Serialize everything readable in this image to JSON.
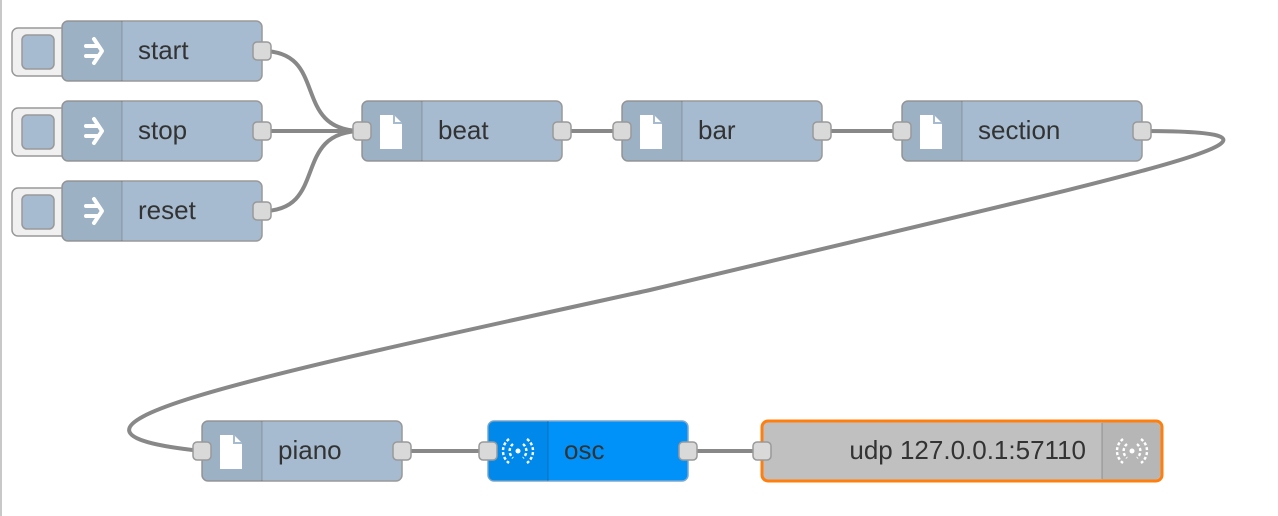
{
  "colors": {
    "node_fill": "#a6bbcf",
    "node_stroke": "#999999",
    "osc_fill": "#0092f9",
    "udp_fill": "#c0c0c0",
    "udp_selected_border": "#ff7f0e",
    "wire": "#888888"
  },
  "nodes": {
    "start": {
      "label": "start",
      "type": "inject",
      "icon": "arrow-right-icon"
    },
    "stop": {
      "label": "stop",
      "type": "inject",
      "icon": "arrow-right-icon"
    },
    "reset": {
      "label": "reset",
      "type": "inject",
      "icon": "arrow-right-icon"
    },
    "beat": {
      "label": "beat",
      "type": "template",
      "icon": "file-icon"
    },
    "bar": {
      "label": "bar",
      "type": "template",
      "icon": "file-icon"
    },
    "section": {
      "label": "section",
      "type": "template",
      "icon": "file-icon"
    },
    "piano": {
      "label": "piano",
      "type": "template",
      "icon": "file-icon"
    },
    "osc": {
      "label": "osc",
      "type": "osc",
      "icon": "broadcast-icon"
    },
    "udp": {
      "label": "udp 127.0.0.1:57110",
      "type": "udp-out",
      "icon": "broadcast-icon",
      "selected": true
    }
  },
  "wires": [
    [
      "start",
      "beat"
    ],
    [
      "stop",
      "beat"
    ],
    [
      "reset",
      "beat"
    ],
    [
      "beat",
      "bar"
    ],
    [
      "bar",
      "section"
    ],
    [
      "section",
      "piano"
    ],
    [
      "piano",
      "osc"
    ],
    [
      "osc",
      "udp"
    ]
  ]
}
